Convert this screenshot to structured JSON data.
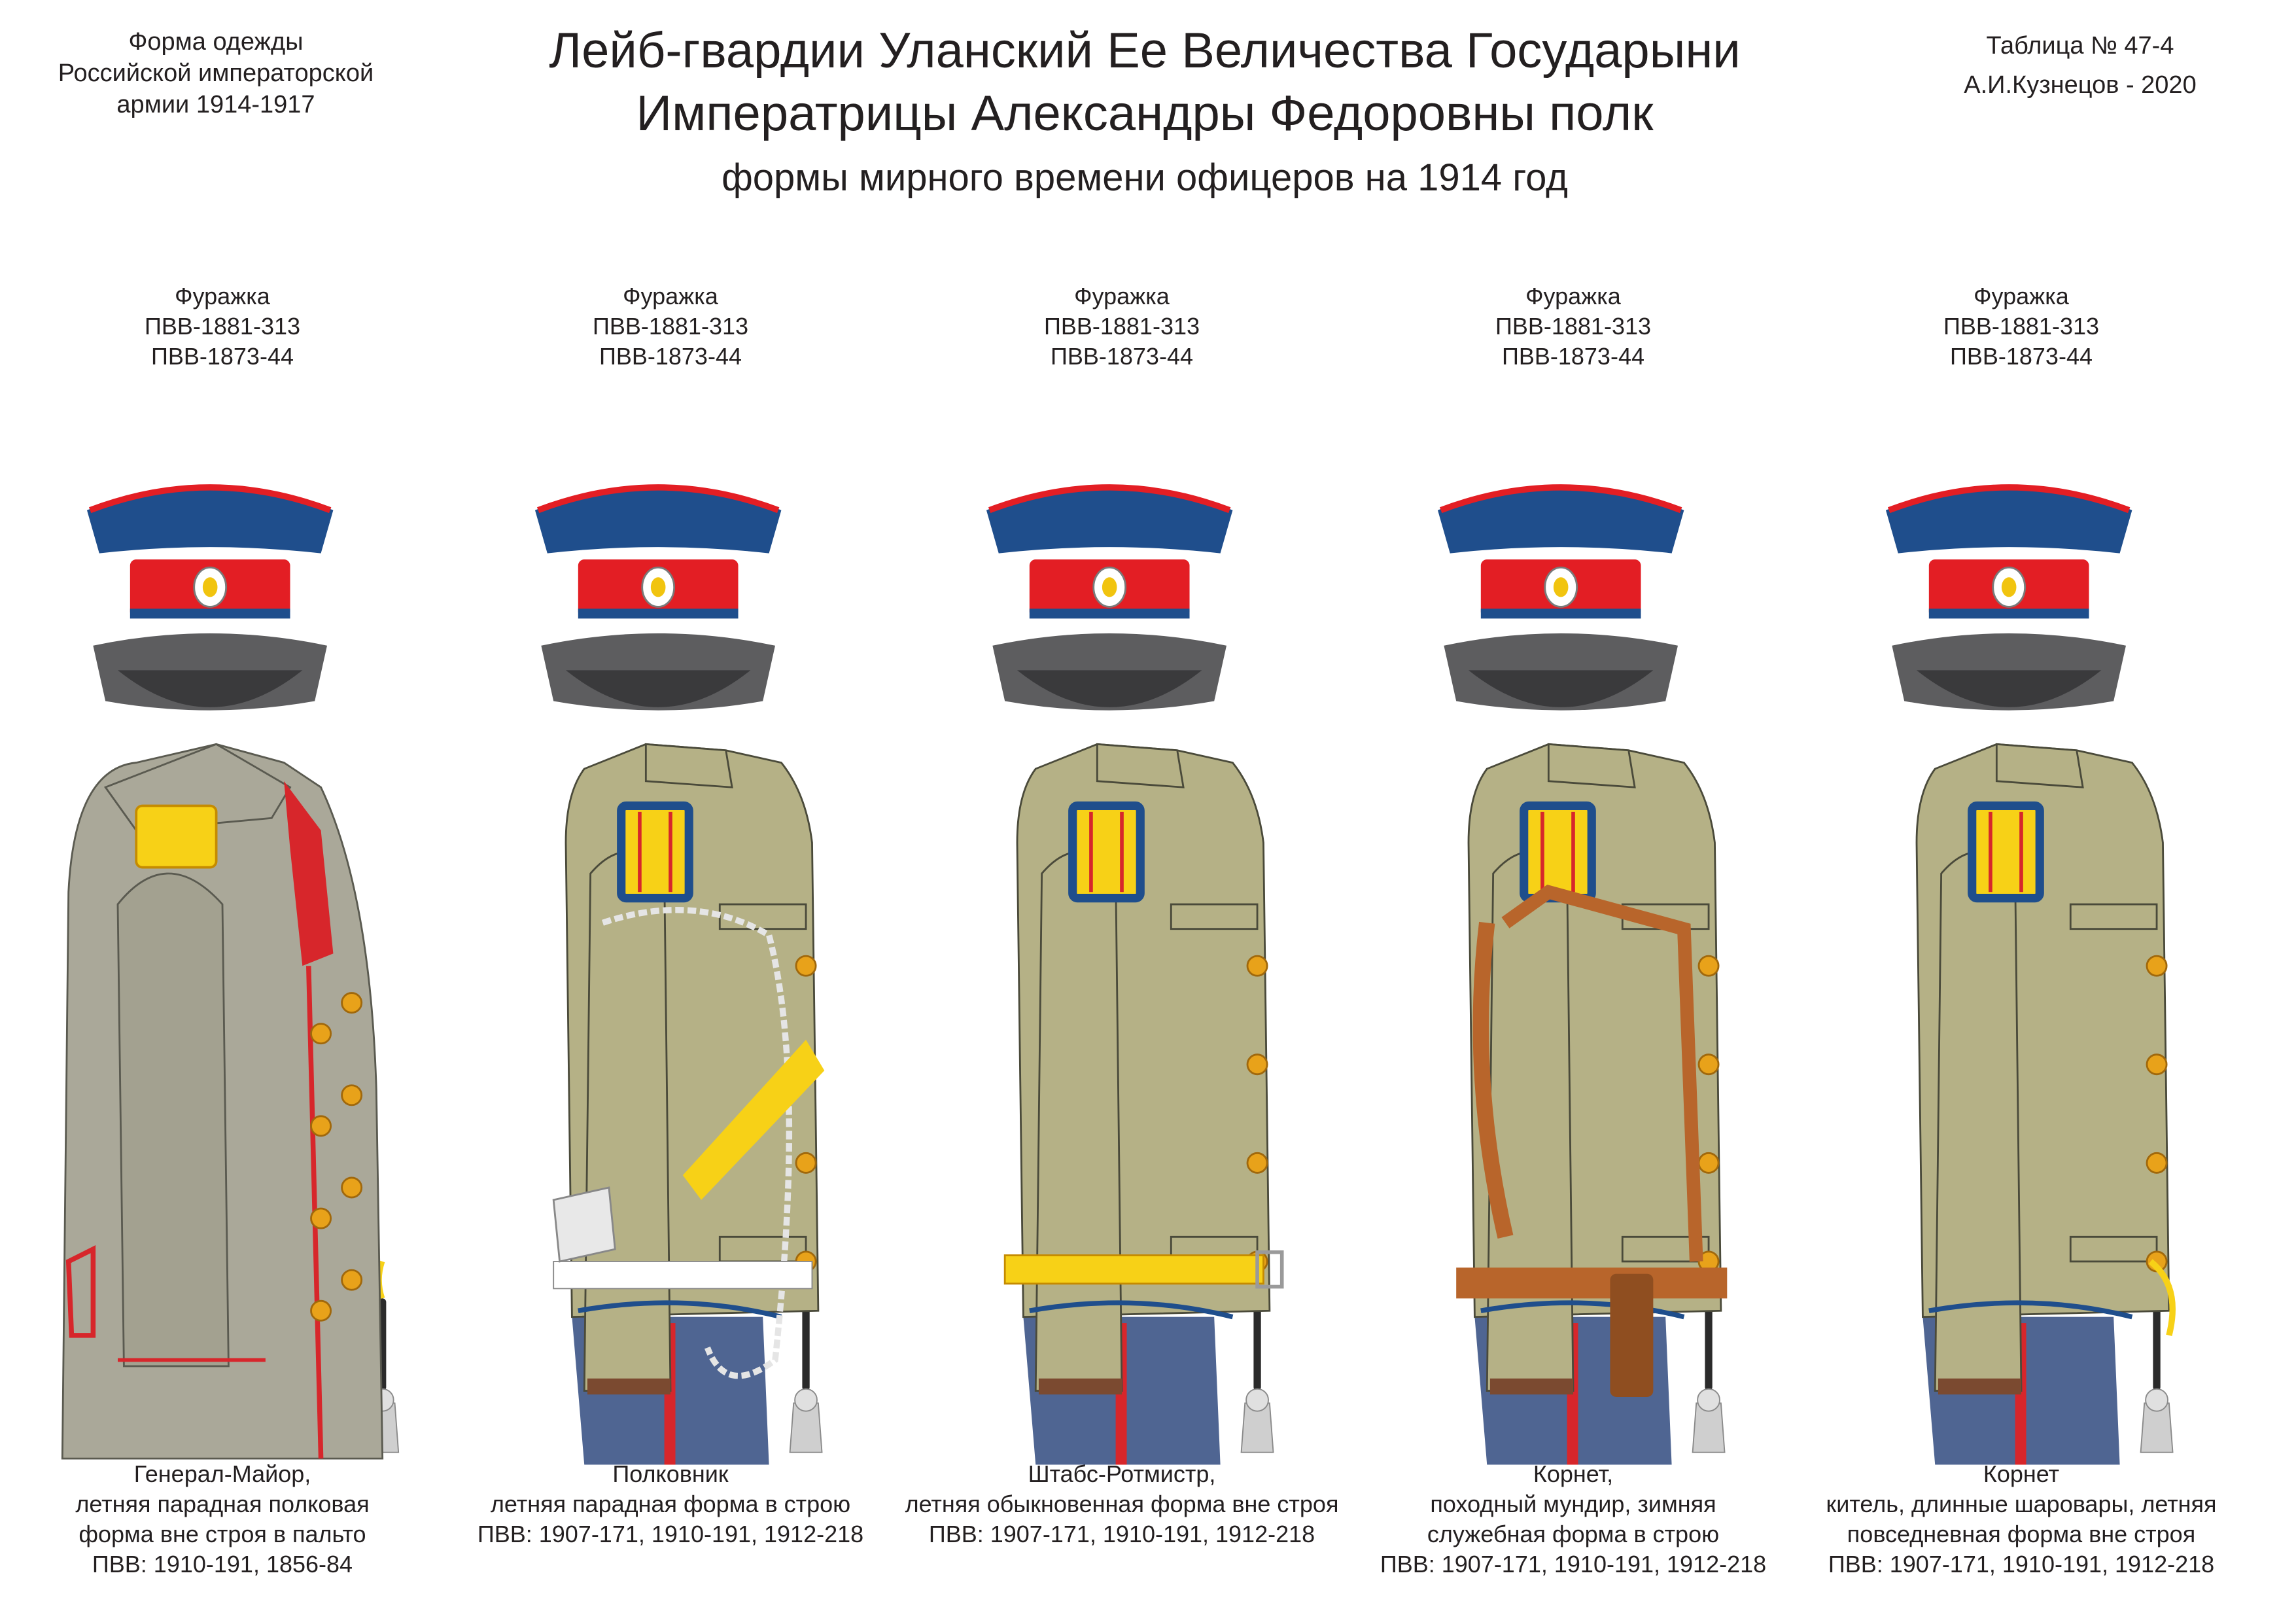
{
  "header": {
    "left_lines": [
      "Форма одежды",
      "Российской императорской",
      "армии  1914-1917"
    ],
    "title_lines": [
      "Лейб-гвардии Уланский Ее Величества Государыни",
      "Императрицы Александры Федоровны полк"
    ],
    "subtitle": "формы мирного времени офицеров на 1914 год",
    "right_lines": [
      "Таблица № 47-4",
      "А.И.Кузнецов - 2020"
    ]
  },
  "colors": {
    "cap_crown": "#1f4e8c",
    "cap_band": "#e31e24",
    "tunic_khaki": "#b5b186",
    "greatcoat_grey": "#aaa899",
    "epaulette_gold": "#f7d117",
    "trousers_blue": "#4f6592",
    "stripe_red": "#d7262b",
    "leather_brown": "#b8652b"
  },
  "figures": [
    {
      "cap_label_lines": [
        "Фуражка",
        "ПВВ-1881-313",
        "ПВВ-1873-44"
      ],
      "uniform": "greatcoat",
      "caption_lines": [
        "Генерал-Майор,",
        "летняя парадная полковая",
        "форма вне строя в пальто",
        "ПВВ: 1910-191, 1856-84"
      ]
    },
    {
      "cap_label_lines": [
        "Фуражка",
        "ПВВ-1881-313",
        "ПВВ-1873-44"
      ],
      "uniform": "tunic-parade-aiguillette-sash",
      "caption_lines": [
        "Полковник",
        "летняя парадная форма в строю",
        "ПВВ: 1907-171, 1910-191, 1912-218"
      ]
    },
    {
      "cap_label_lines": [
        "Фуражка",
        "ПВВ-1881-313",
        "ПВВ-1873-44"
      ],
      "uniform": "tunic-gold-belt",
      "caption_lines": [
        "Штабс-Ротмистр,",
        "летняя обыкновенная форма вне строя",
        "ПВВ: 1907-171, 1910-191, 1912-218"
      ]
    },
    {
      "cap_label_lines": [
        "Фуражка",
        "ПВВ-1881-313",
        "ПВВ-1873-44"
      ],
      "uniform": "tunic-field-equipment",
      "caption_lines": [
        "Корнет,",
        "походный мундир, зимняя",
        "служебная форма в строю",
        "ПВВ: 1907-171, 1910-191, 1912-218"
      ]
    },
    {
      "cap_label_lines": [
        "Фуражка",
        "ПВВ-1881-313",
        "ПВВ-1873-44"
      ],
      "uniform": "kitel",
      "caption_lines": [
        "Корнет",
        "китель, длинные шаровары, летняя",
        "повседневная форма вне строя",
        "ПВВ: 1907-171, 1910-191, 1912-218"
      ]
    }
  ]
}
